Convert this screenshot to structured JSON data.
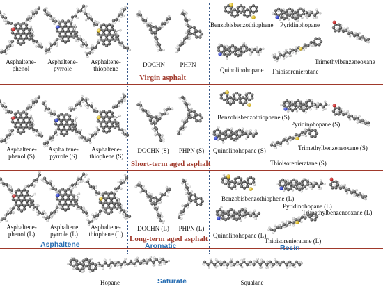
{
  "colors": {
    "section_title": "#a0392b",
    "sara_label": "#2a6fb3",
    "carbon": "#5b5b5b",
    "hydrogen": "#e8e8e8",
    "oxygen": "#d8262a",
    "nitrogen": "#2a3fd8",
    "sulfur": "#e6c21f",
    "divider": "#a0392b"
  },
  "sections": {
    "virgin": "Virgin asphalt",
    "short_term": "Short-term aged asphalt",
    "long_term": "Long-term aged asphalt"
  },
  "sara_labels": {
    "asphaltene": "Asphaltene",
    "aromatic": "Aromatic",
    "resin": "Resin",
    "saturate": "Saturate"
  },
  "virgin": {
    "asphaltene": [
      "Asphaltene-\nphenol",
      "Asphaltene-\npyrrole",
      "Asphaltene-\nthiophene"
    ],
    "aromatic": [
      "DOCHN",
      "PHPN"
    ],
    "resin": [
      "Benzobisbenzothiophene",
      "Pyridinohopane",
      "Quinolinohopane",
      "Thioisorenieratane",
      "Trimethylbenzeneoxane"
    ]
  },
  "short_term": {
    "asphaltene": [
      "Asphaltene-\nphenol (S)",
      "Asphaltene-\npyrrole (S)",
      "Asphaltene-\nthiophene (S)"
    ],
    "aromatic": [
      "DOCHN (S)",
      "PHPN (S)"
    ],
    "resin": [
      "Benzobisbenzothiophene (S)",
      "Pyridinohopane (S)",
      "Quinolinohopane (S)",
      "Trimethylbenzeneoxane (S)",
      "Thioisorenieratane (S)"
    ]
  },
  "long_term": {
    "asphaltene": [
      "Asphaltene-\nphenol (L)",
      "Asphaltene\npyrrole (L)",
      "Asphaltene-\nthiophene (L)"
    ],
    "aromatic": [
      "DOCHN (L)",
      "PHPN (L)"
    ],
    "resin": [
      "Benzobisbenzothiophene (L)",
      "Pyridinohopane (L)",
      "Trimethylbenzeneoxane (L)",
      "Quinolinohopane (L)",
      "Thioisorenieratane (L)"
    ]
  },
  "saturate": [
    "Hopane",
    "Squalane"
  ]
}
